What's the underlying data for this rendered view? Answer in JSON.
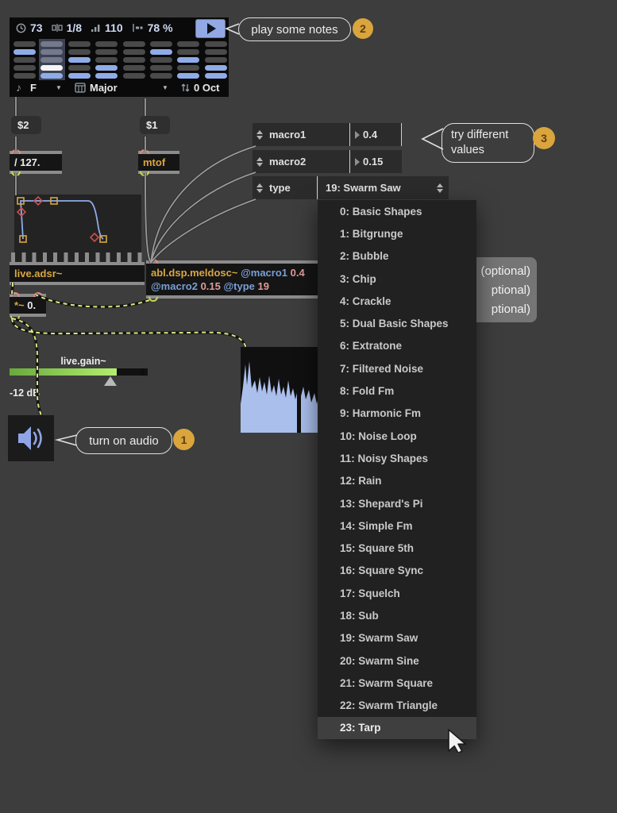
{
  "transport": {
    "tempo": "73",
    "interval": "1/8",
    "velocity": "110",
    "gate": "78 %"
  },
  "scale_bar": {
    "root": "F",
    "scale": "Major",
    "octave": "0 Oct"
  },
  "sequencer": {
    "cols": 8,
    "rows": 5,
    "current_col": 1,
    "cells": [
      [
        0,
        0,
        0,
        0,
        0,
        0,
        0,
        0
      ],
      [
        1,
        0,
        0,
        0,
        0,
        1,
        0,
        0
      ],
      [
        0,
        0,
        1,
        0,
        0,
        0,
        1,
        0
      ],
      [
        0,
        2,
        0,
        1,
        0,
        0,
        0,
        1
      ],
      [
        0,
        1,
        1,
        1,
        0,
        0,
        1,
        1
      ]
    ]
  },
  "callouts": {
    "play": {
      "text": "play some notes",
      "badge": "2"
    },
    "try": {
      "line1": "try different",
      "line2": "values",
      "badge": "3"
    },
    "audio": {
      "text": "turn on audio",
      "badge": "1"
    }
  },
  "boxes": {
    "msg_left": "$2",
    "msg_right": "$1",
    "divide": "/ 127.",
    "mtof": "mtof",
    "adsr": "live.adsr~",
    "mult_op": "*~",
    "mult_val": "0.",
    "meldosc": {
      "name": "abl.dsp.meldosc~",
      "a1": "@macro1",
      "v1": "0.4",
      "a2": "@macro2",
      "v2": "0.15",
      "a3": "@type",
      "v3": "19"
    }
  },
  "macros": {
    "macro1": {
      "label": "macro1",
      "value": "0.4"
    },
    "macro2": {
      "label": "macro2",
      "value": "0.15"
    }
  },
  "type_menu": {
    "label": "type",
    "selected": "19: Swarm Saw",
    "highlighted_index": 23,
    "items": [
      "0: Basic Shapes",
      "1: Bitgrunge",
      "2: Bubble",
      "3: Chip",
      "4: Crackle",
      "5: Dual Basic Shapes",
      "6: Extratone",
      "7: Filtered Noise",
      "8: Fold Fm",
      "9: Harmonic Fm",
      "10: Noise Loop",
      "11: Noisy Shapes",
      "12: Rain",
      "13: Shepard's Pi",
      "14: Simple Fm",
      "15: Square 5th",
      "16: Square Sync",
      "17: Squelch",
      "18: Sub",
      "19: Swarm Saw",
      "20: Swarm Sine",
      "21: Swarm Square",
      "22: Swarm Triangle",
      "23: Tarp"
    ]
  },
  "gain": {
    "label": "live.gain~",
    "readout": "-12 dB"
  },
  "optional_note": {
    "lines": [
      "(optional)",
      "ptional)",
      "ptional)"
    ]
  },
  "icons": [
    "clock-icon",
    "interval-icon",
    "velocity-icon",
    "gate-icon",
    "play-icon",
    "note-icon",
    "scale-grid-icon",
    "octave-icon",
    "dropdown-arrow-icon",
    "speaker-icon",
    "cursor-arrow-icon"
  ],
  "colors": {
    "accent_blue": "#8fabe8",
    "signal_cable": "#dbe982",
    "badge_orange": "#d9a53c",
    "gain_green": "#b4ee6e",
    "spectrum_fill": "#aabfec",
    "speaker_blue": "#8fa5e6",
    "canvas_bg": "#3d3d3d",
    "device_bg": "#0a0a0a"
  }
}
